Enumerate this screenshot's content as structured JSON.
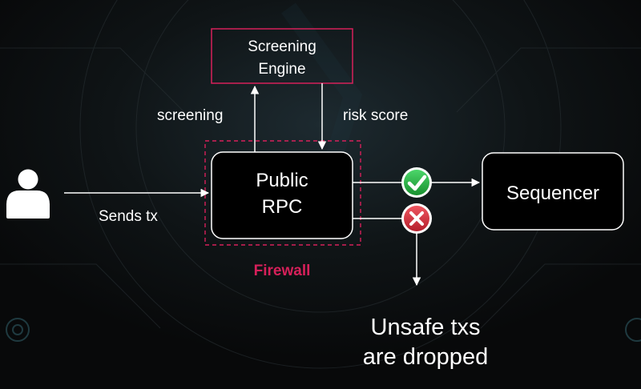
{
  "nodes": {
    "screening_engine": {
      "line1": "Screening",
      "line2": "Engine"
    },
    "public_rpc": {
      "line1": "Public",
      "line2": "RPC"
    },
    "sequencer": {
      "label": "Sequencer"
    }
  },
  "edges": {
    "screening": "screening",
    "risk_score": "risk score",
    "sends_tx": "Sends tx"
  },
  "firewall": {
    "label": "Firewall"
  },
  "outcome": {
    "line1": "Unsafe txs",
    "line2": "are dropped"
  },
  "icons": {
    "user": "user-icon",
    "approved": "check-circle-icon",
    "rejected": "x-circle-icon"
  },
  "colors": {
    "accent": "#d6205a",
    "approved": "#22b04a",
    "rejected": "#d02e3a"
  }
}
